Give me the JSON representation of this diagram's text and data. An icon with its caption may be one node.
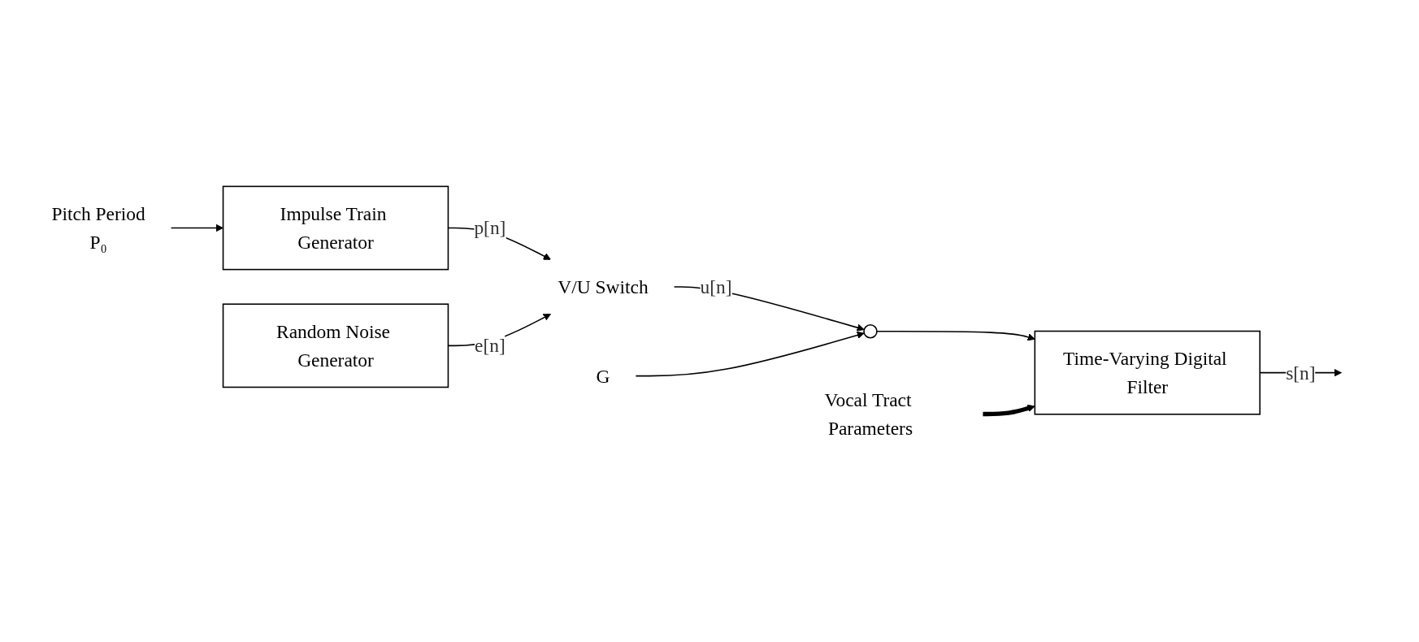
{
  "diagram": {
    "nodes": [
      {
        "text": [
          "Pitch Period",
          "P₀"
        ]
      },
      {
        "text": [
          "Impulse Train Generator"
        ]
      },
      {
        "text": [
          "Random Noise Generator"
        ]
      },
      {
        "text": [
          "V/U Switch"
        ]
      },
      {
        "text": [],
        "shape": "circle"
      },
      {
        "text": [
          "G"
        ]
      },
      {
        "text": [
          "Vocal Tract Parameters"
        ]
      },
      {
        "text": [
          "Time-Varying Digital Filter"
        ]
      }
    ],
    "edges": [
      {
        "from": 0,
        "to": 1,
        "arrow": "to"
      },
      {
        "from": 1,
        "to": 3,
        "arrow": "to",
        "label": "p[n]"
      },
      {
        "from": 2,
        "to": 3,
        "arrow": "to",
        "label": "e[n]"
      },
      {
        "from": 3,
        "to": 4,
        "arrow": "to",
        "label": "u[n]"
      },
      {
        "from": 5,
        "to": 4,
        "arrow": "to"
      },
      {
        "from": 4,
        "to": 7,
        "arrow": "to"
      },
      {
        "from": 6,
        "to": 7,
        "arrow": "to",
        "style": "thick"
      },
      {
        "from": 7,
        "to": null,
        "arrow": "to",
        "label": "s[n]"
      }
    ]
  }
}
